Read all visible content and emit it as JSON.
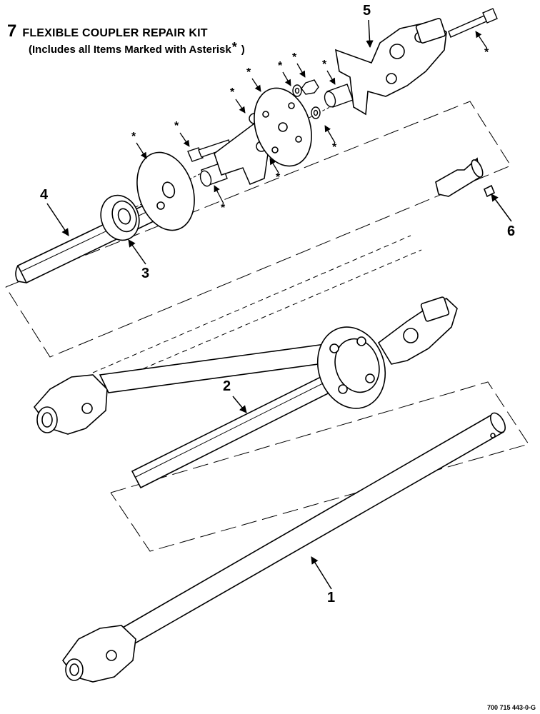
{
  "kit": {
    "number": "7",
    "title": "FLEXIBLE COUPLER REPAIR KIT",
    "note_prefix": "(Includes all Items Marked with Asterisk",
    "note_asterisk": "*",
    "note_suffix": ")"
  },
  "callouts": {
    "c1": "1",
    "c2": "2",
    "c3": "3",
    "c4": "4",
    "c5": "5",
    "c6": "6"
  },
  "asterisk": "*",
  "drawing_number": "700 715 443-0-G"
}
